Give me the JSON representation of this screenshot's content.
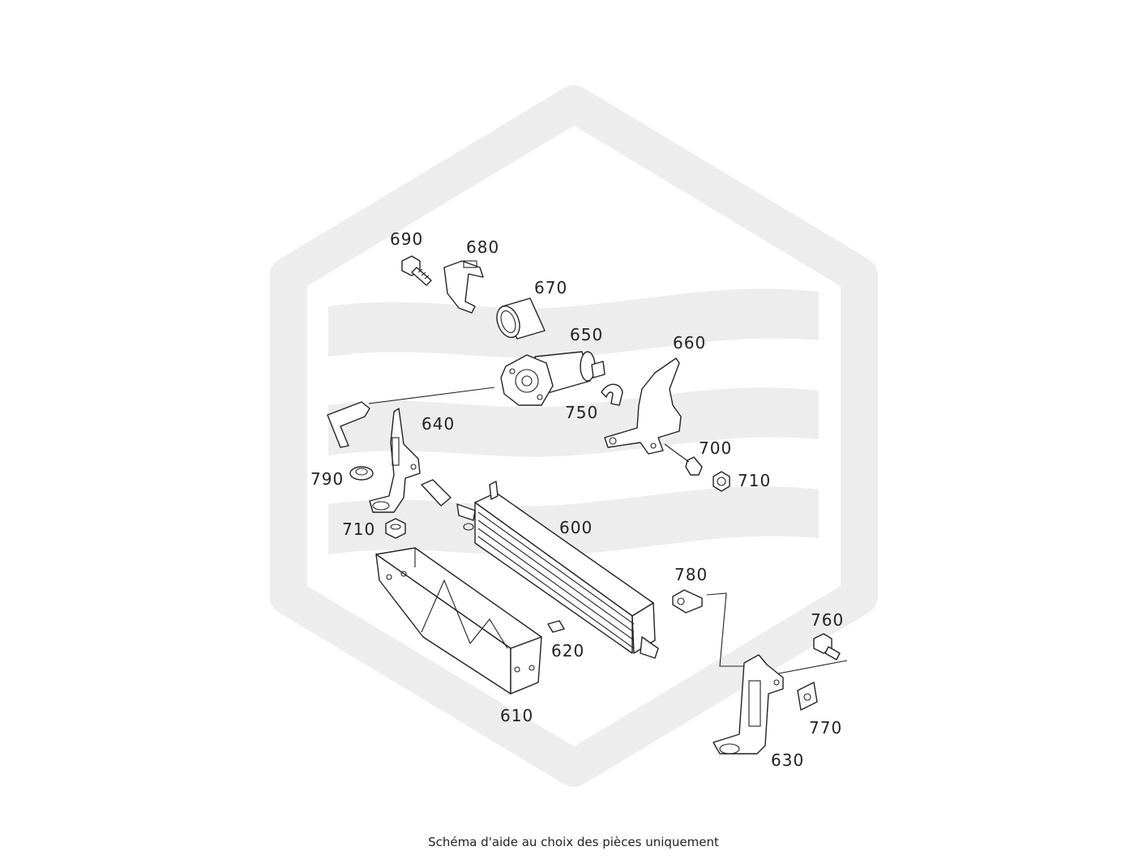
{
  "caption": "Schéma d'aide au choix des pièces uniquement",
  "watermark": {
    "color": "#ededed"
  },
  "parts": [
    {
      "id": "p690",
      "label": "690"
    },
    {
      "id": "p680",
      "label": "680"
    },
    {
      "id": "p670",
      "label": "670"
    },
    {
      "id": "p650",
      "label": "650"
    },
    {
      "id": "p660",
      "label": "660"
    },
    {
      "id": "p640",
      "label": "640"
    },
    {
      "id": "p750",
      "label": "750"
    },
    {
      "id": "p700",
      "label": "700"
    },
    {
      "id": "p790",
      "label": "790"
    },
    {
      "id": "p710a",
      "label": "710"
    },
    {
      "id": "p710b",
      "label": "710"
    },
    {
      "id": "p600",
      "label": "600"
    },
    {
      "id": "p780",
      "label": "780"
    },
    {
      "id": "p760",
      "label": "760"
    },
    {
      "id": "p620",
      "label": "620"
    },
    {
      "id": "p770",
      "label": "770"
    },
    {
      "id": "p610",
      "label": "610"
    },
    {
      "id": "p630",
      "label": "630"
    }
  ]
}
